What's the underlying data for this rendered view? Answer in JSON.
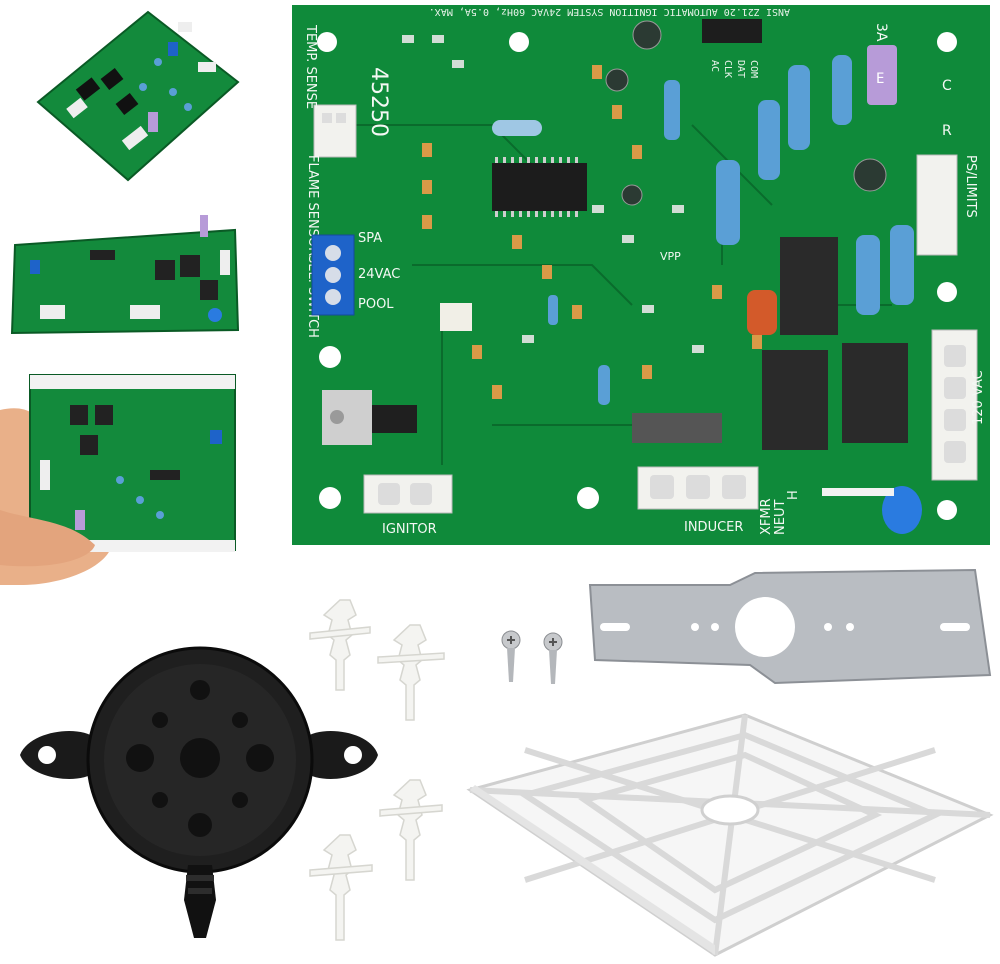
{
  "board": {
    "part_number": "45250",
    "header_text": "ANSI Z21.20 AUTOMATIC IGNITION SYSTEM 24VAC 60Hz, 0.5A, MAX.",
    "labels": {
      "temp_sense": "TEMP. SENSE",
      "flame_sensor": "FLAME SENSOR",
      "sel_switch": "SEL. SWITCH",
      "spa": "SPA",
      "v24": "24VAC",
      "pool": "POOL",
      "ps_limits": "PS/LIMITS",
      "ignitor": "IGNITOR",
      "inducer": "INDUCER",
      "xfmr": "XFMR",
      "neut": "NEUT",
      "h": "H",
      "vac120": "120 VAC",
      "fuse": "3A",
      "fuse_glyph": "E",
      "ac": "AC",
      "clk": "CLK",
      "dat": "DAT",
      "com": "COM",
      "r": "R",
      "c": "C",
      "vpp": "VPP"
    }
  },
  "colors": {
    "pcb": "#0f8a3a",
    "pcb_dark": "#0a6b2c",
    "silk": "#e8f3ea",
    "connector": "#f2f2ee",
    "terminal_blue": "#1e63c9",
    "resistor_blue": "#5a9fd6",
    "relay": "#2a2a2a",
    "fuse": "#b79bd8",
    "pressure_switch": "#1a1a1a",
    "bracket": "#b9bdc2",
    "cover": "#f6f6f6"
  },
  "icons": {
    "relay": "relay-icon",
    "capacitor": "capacitor-icon",
    "chip": "ic-chip-icon",
    "screw": "screw-icon",
    "standoff": "standoff-icon"
  }
}
